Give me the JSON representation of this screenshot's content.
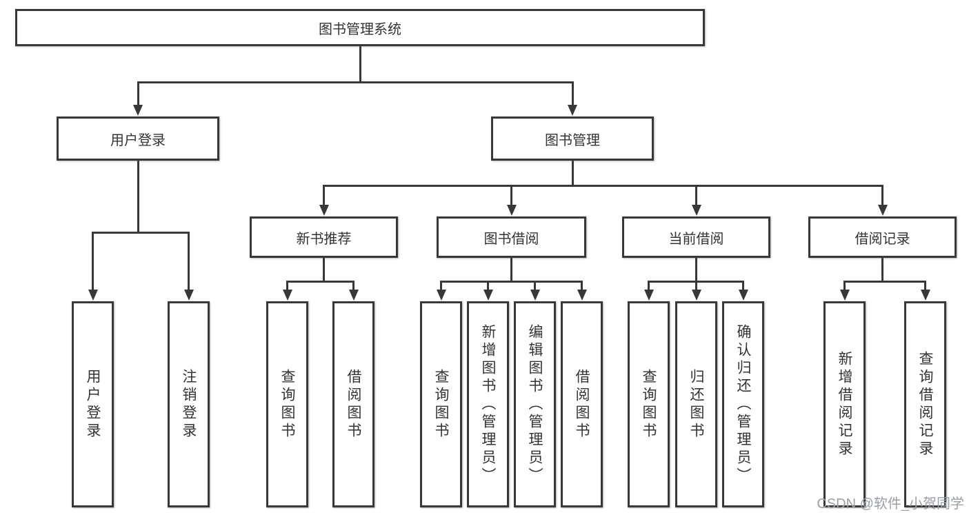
{
  "diagram": {
    "root": {
      "label": "图书管理系统"
    },
    "user_login": {
      "label": "用户登录",
      "children": [
        {
          "label": "用户登录"
        },
        {
          "label": "注销登录"
        }
      ]
    },
    "book_mgmt": {
      "label": "图书管理",
      "children": [
        {
          "label": "新书推荐",
          "children": [
            {
              "label": "查询图书"
            },
            {
              "label": "借阅图书"
            }
          ]
        },
        {
          "label": "图书借阅",
          "children": [
            {
              "label": "查询图书"
            },
            {
              "label": "新增图书（管理员）"
            },
            {
              "label": "编辑图书（管理员）"
            },
            {
              "label": "借阅图书"
            }
          ]
        },
        {
          "label": "当前借阅",
          "children": [
            {
              "label": "查询图书"
            },
            {
              "label": "归还图书"
            },
            {
              "label": "确认归还（管理员）"
            }
          ]
        },
        {
          "label": "借阅记录",
          "children": [
            {
              "label": "新增借阅记录"
            },
            {
              "label": "查询借阅记录"
            }
          ]
        }
      ]
    },
    "watermark": "CSDN @软件_小贺同学"
  },
  "colors": {
    "line": "#383838",
    "text": "#333333",
    "watermark": "#9aa0a6",
    "background": "#ffffff"
  }
}
